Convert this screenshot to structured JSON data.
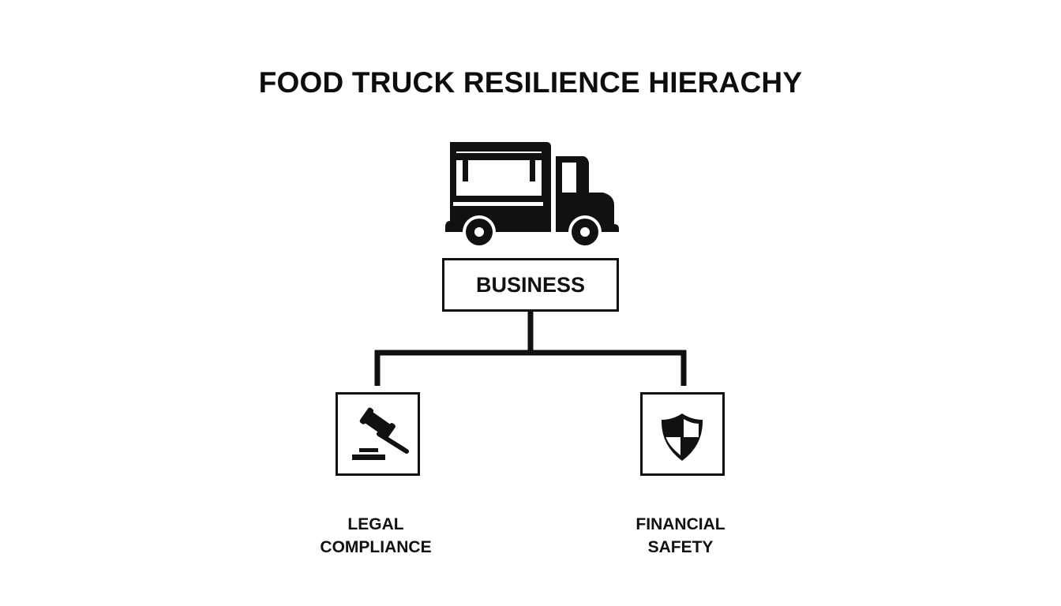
{
  "title": "FOOD TRUCK RESILIENCE HIERACHY",
  "root": {
    "icon": "food-truck-icon",
    "label": "BUSINESS"
  },
  "children": [
    {
      "icon": "gavel-icon",
      "line1": "LEGAL",
      "line2": "COMPLIANCE"
    },
    {
      "icon": "shield-icon",
      "line1": "FINANCIAL",
      "line2": "SAFETY"
    }
  ],
  "colors": {
    "stroke": "#111111",
    "background": "#ffffff"
  }
}
